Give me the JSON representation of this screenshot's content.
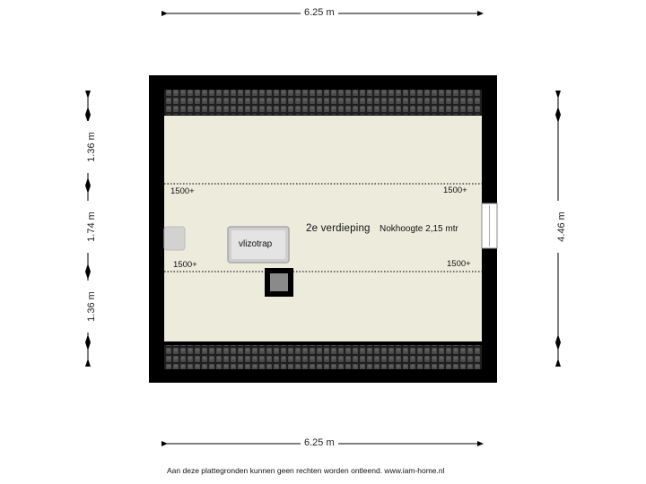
{
  "dimensions": {
    "top": "6.25 m",
    "bottom": "6.25 m",
    "left_top": "1.36 m",
    "left_middle": "1.74 m",
    "left_bottom": "1.36 m",
    "right": "4.46 m"
  },
  "room": {
    "name": "2e verdieping",
    "note": "Nokhoogte 2,15 mtr"
  },
  "ceiling_labels": {
    "upper_left": "1500+",
    "upper_right": "1500+",
    "lower_left": "1500+",
    "lower_right": "1500+"
  },
  "fixtures": {
    "hatch_label": "vlizotrap"
  },
  "footer": {
    "disclaimer": "Aan deze plattegronden kunnen geen rechten worden ontleend. www.iam-home.nl"
  },
  "colors": {
    "wall": "#000000",
    "floor": "#ecebdc",
    "roof_tile": "#2b2b2b"
  }
}
